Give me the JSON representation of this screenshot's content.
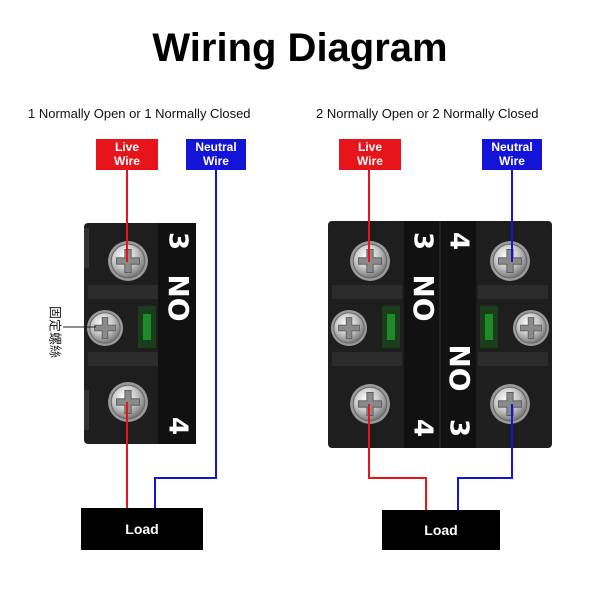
{
  "title": "Wiring Diagram",
  "left": {
    "caption": "1 Normally Open or 1 Normally Closed",
    "live_label": [
      "Live",
      "Wire"
    ],
    "neutral_label": [
      "Neutral",
      "Wire"
    ],
    "terminal_top": "3",
    "terminal_bottom": "4",
    "contact_type": "NO",
    "side_label": "固定螺絲",
    "load_label": "Load"
  },
  "right": {
    "caption": "2 Normally Open or 2 Normally Closed",
    "live_label": [
      "Live",
      "Wire"
    ],
    "neutral_label": [
      "Neutral",
      "Wire"
    ],
    "block1": {
      "terminal_top": "3",
      "terminal_bottom": "4",
      "contact_type": "NO"
    },
    "block2": {
      "terminal_top": "4",
      "terminal_bottom": "3",
      "contact_type": "NO"
    },
    "load_label": "Load"
  },
  "colors": {
    "live": "#e8141c",
    "neutral": "#1414d8",
    "block": "#1e1e1e",
    "load": "#000000"
  }
}
